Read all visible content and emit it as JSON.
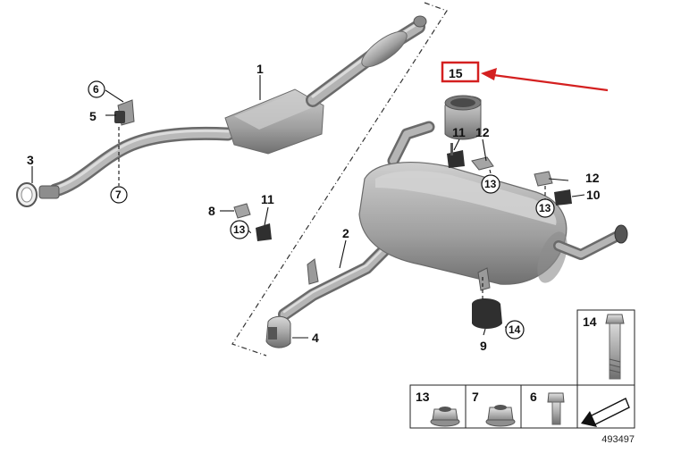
{
  "callouts": {
    "c1": "1",
    "c2": "2",
    "c3": "3",
    "c4": "4",
    "c5": "5",
    "c6": "6",
    "c7": "7",
    "c8": "8",
    "c9": "9",
    "c10": "10",
    "c11a": "11",
    "c11b": "11",
    "c12a": "12",
    "c12b": "12",
    "c13a": "13",
    "c13b": "13",
    "c13c": "13",
    "c14": "14",
    "c15": "15"
  },
  "legend": {
    "l14": "14",
    "l13": "13",
    "l7": "7",
    "l6": "6"
  },
  "footer": {
    "diagram_number": "493497"
  },
  "colors": {
    "highlight": "#d42020",
    "part_gray": "#a9a9a9",
    "part_dark": "#3a3a3a"
  }
}
